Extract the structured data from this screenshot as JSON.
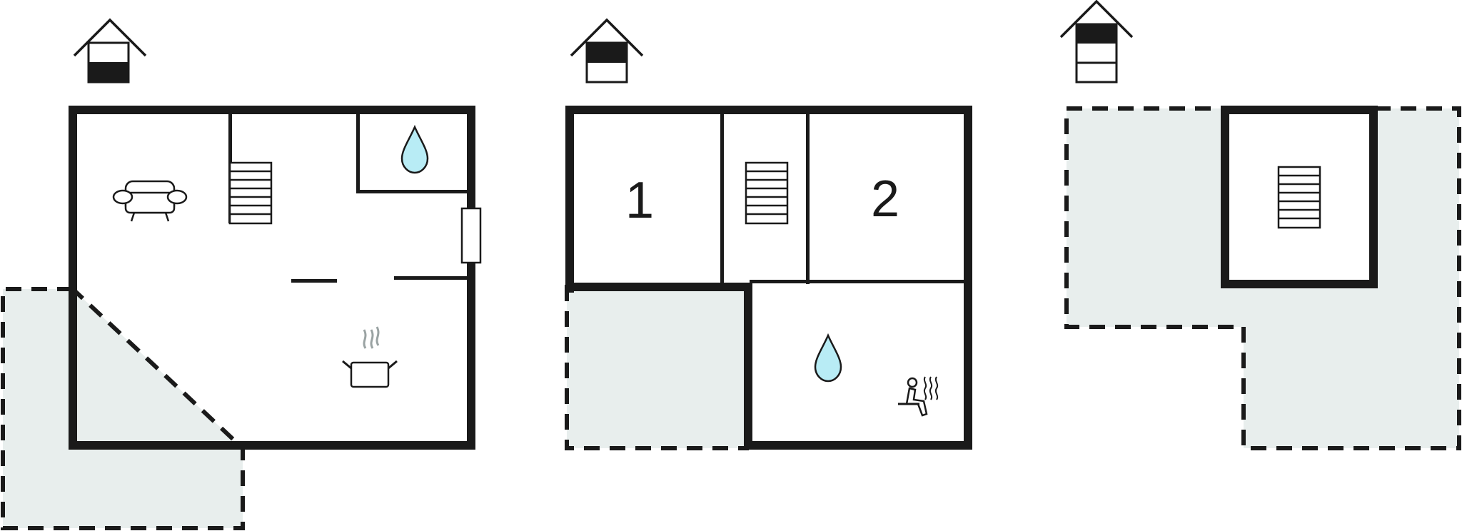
{
  "floors": [
    {
      "name": "ground-floor",
      "level_indicator": {
        "filled_levels": [
          0
        ],
        "total_levels": 2
      },
      "rooms": [
        {
          "type": "living-room",
          "icon": "sofa-icon"
        },
        {
          "type": "staircase",
          "icon": "stairs-icon"
        },
        {
          "type": "bathroom",
          "icon": "water-drop-icon"
        },
        {
          "type": "kitchen",
          "icon": "cooking-pot-icon"
        }
      ]
    },
    {
      "name": "first-floor",
      "level_indicator": {
        "filled_levels": [
          1
        ],
        "total_levels": 2
      },
      "rooms": [
        {
          "type": "bedroom",
          "label": "1"
        },
        {
          "type": "staircase",
          "icon": "stairs-icon"
        },
        {
          "type": "bedroom",
          "label": "2"
        },
        {
          "type": "bathroom",
          "icon": "water-drop-icon"
        },
        {
          "type": "sauna",
          "icon": "sauna-icon"
        }
      ]
    },
    {
      "name": "second-floor",
      "level_indicator": {
        "filled_levels": [
          2
        ],
        "total_levels": 3
      },
      "rooms": [
        {
          "type": "staircase",
          "icon": "stairs-icon"
        }
      ]
    }
  ],
  "colors": {
    "wall": "#1a1a1a",
    "outdoor_area": "#e8eeed",
    "water": "#b8ecf5",
    "steam": "#9aa3a3"
  }
}
